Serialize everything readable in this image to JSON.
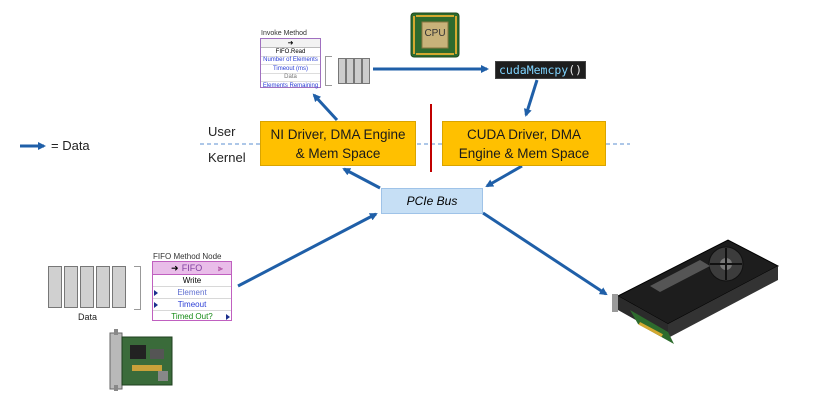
{
  "legend": {
    "label": "= Data"
  },
  "layers": {
    "user": "User",
    "kernel": "Kernel"
  },
  "ni_driver": {
    "line1": "NI Driver, DMA Engine",
    "line2": "& Mem Space"
  },
  "cuda_driver": {
    "line1": "CUDA Driver, DMA",
    "line2": "Engine & Mem Space"
  },
  "pcie": {
    "label": "PCIe Bus"
  },
  "cpu": {
    "label": "CPU"
  },
  "cuda_call": {
    "name": "cudaMemcpy",
    "parens": "()"
  },
  "invoke_node": {
    "title": "Invoke Method",
    "rows": [
      "FIFO.Read",
      "Number of Elements",
      "Timeout (ms)",
      "Data",
      "Elements Remaining"
    ]
  },
  "fifo_node": {
    "title": "FIFO Method Node",
    "header": "FIFO",
    "rows": [
      "Write",
      "Element",
      "Timeout",
      "Timed Out?"
    ]
  },
  "fpga_buffer": {
    "label": "Data"
  },
  "colors": {
    "arrow": "#1f5fa8",
    "driver_box": "#ffc000",
    "pcie_box": "#c6dff5",
    "separator": "#c00000"
  }
}
